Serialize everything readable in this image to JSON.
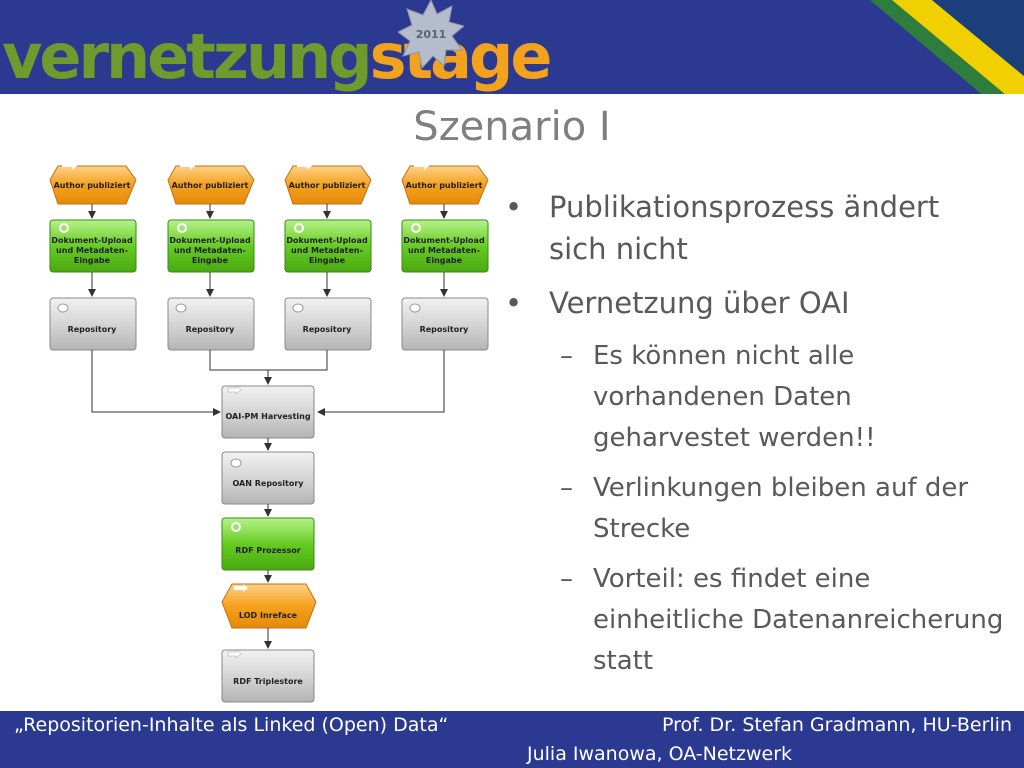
{
  "header": {
    "logo_part1": "vernetzung",
    "logo_part2": "stage",
    "badge_year": "2011",
    "colors": {
      "band": "#2b3990",
      "logo_green": "#6f9a2c",
      "logo_orange": "#f2a21c"
    }
  },
  "slide": {
    "title": "Szenario I",
    "bullets": [
      {
        "text": "Publikationsprozess ändert sich nicht"
      },
      {
        "text": "Vernetzung über OAI"
      }
    ],
    "subbullets": [
      {
        "text": "Es können nicht alle vorhandenen Daten geharvestet werden!!"
      },
      {
        "text": "Verlinkungen bleiben auf der Strecke"
      },
      {
        "text": "Vorteil: es findet eine einheitliche Datenanreicherung statt"
      }
    ]
  },
  "diagram": {
    "author_label": "Author publiziert",
    "upload_label_lines": [
      "Dokument-Upload",
      "und Metadaten-",
      "Eingabe"
    ],
    "repository_label": "Repository",
    "harvesting_label": "OAI-PM Harvesting",
    "oan_label": "OAN Repository",
    "rdf_label": "RDF Prozessor",
    "lod_label": "LOD Inreface",
    "triplestore_label": "RDF Triplestore",
    "colors": {
      "event": "#f5a11e",
      "function": "#66cc22",
      "storage": "#c8c8c8",
      "arrow": "#333333"
    }
  },
  "footer": {
    "left": "„Repositorien-Inhalte als Linked (Open) Data“",
    "right_line1": "Prof. Dr. Stefan Gradmann, HU-Berlin",
    "right_line2": "Julia Iwanowa, OA-Netzwerk"
  }
}
